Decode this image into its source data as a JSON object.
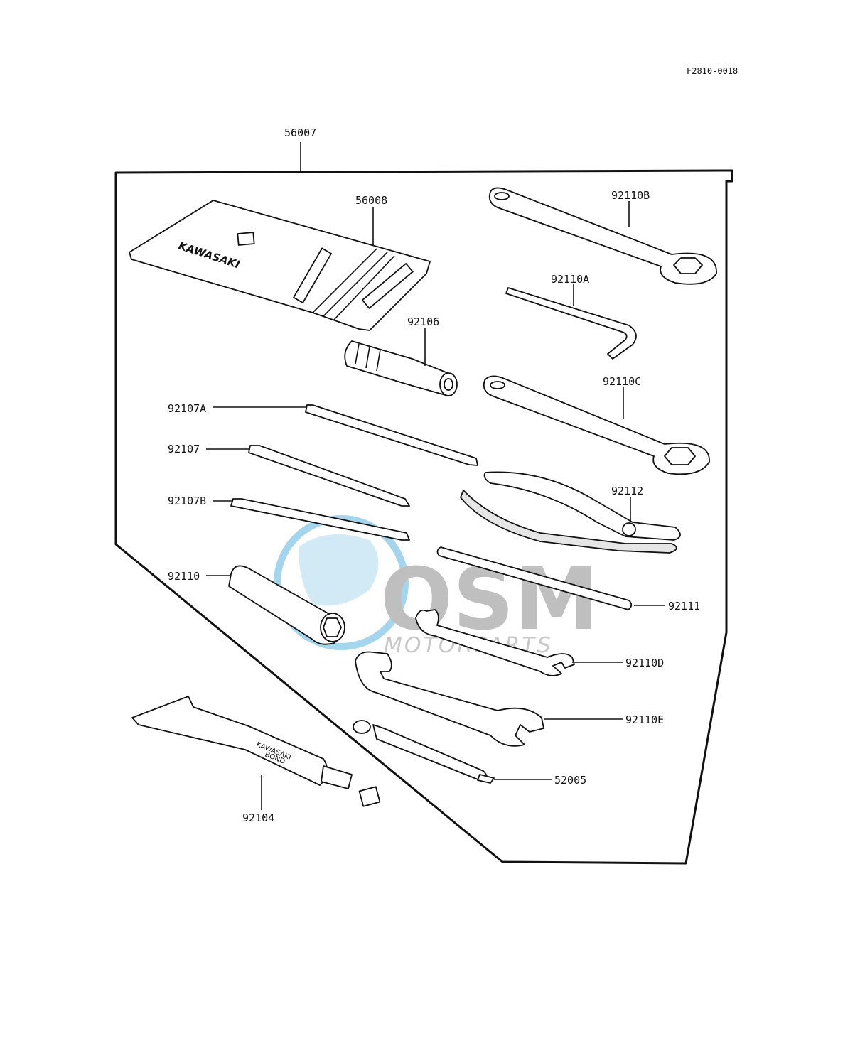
{
  "figure_ref": "F2810-0018",
  "kit_number": "56007",
  "parts": {
    "p56008": "56008",
    "p92110B": "92110B",
    "p92110A": "92110A",
    "p92106": "92106",
    "p92110C": "92110C",
    "p92107A": "92107A",
    "p92107": "92107",
    "p92112": "92112",
    "p92107B": "92107B",
    "p92110": "92110",
    "p92111": "92111",
    "p92110D": "92110D",
    "p92110E": "92110E",
    "p52005": "52005",
    "p92104": "92104"
  },
  "pouch_brand": "KAWASAKI",
  "tube_text": [
    "KAWASAKI",
    "BOND"
  ],
  "watermark": {
    "logo": "OSM",
    "subtitle": "MOTORPARTS",
    "globe_color": "#5ab4e0",
    "letter_color": "#8c8c8c"
  }
}
